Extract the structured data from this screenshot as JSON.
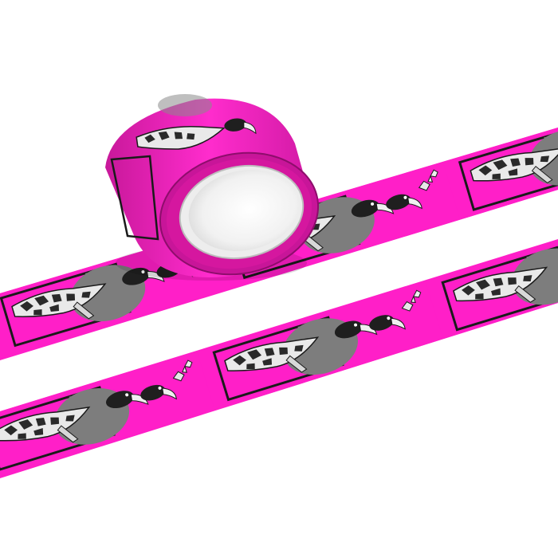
{
  "product": {
    "type": "washi tape roll with two unrolled strips",
    "background_color": "#ffffff",
    "tape_color": "#ff1fc8",
    "tape_shadow_color": "#d4149f",
    "panel_color": "#7d7d7d",
    "frame_color": "#1a1a1a",
    "core_color": "#f2f2f2",
    "motif": [
      "giraffe",
      "toucan",
      "toucan",
      "butterfly"
    ]
  }
}
